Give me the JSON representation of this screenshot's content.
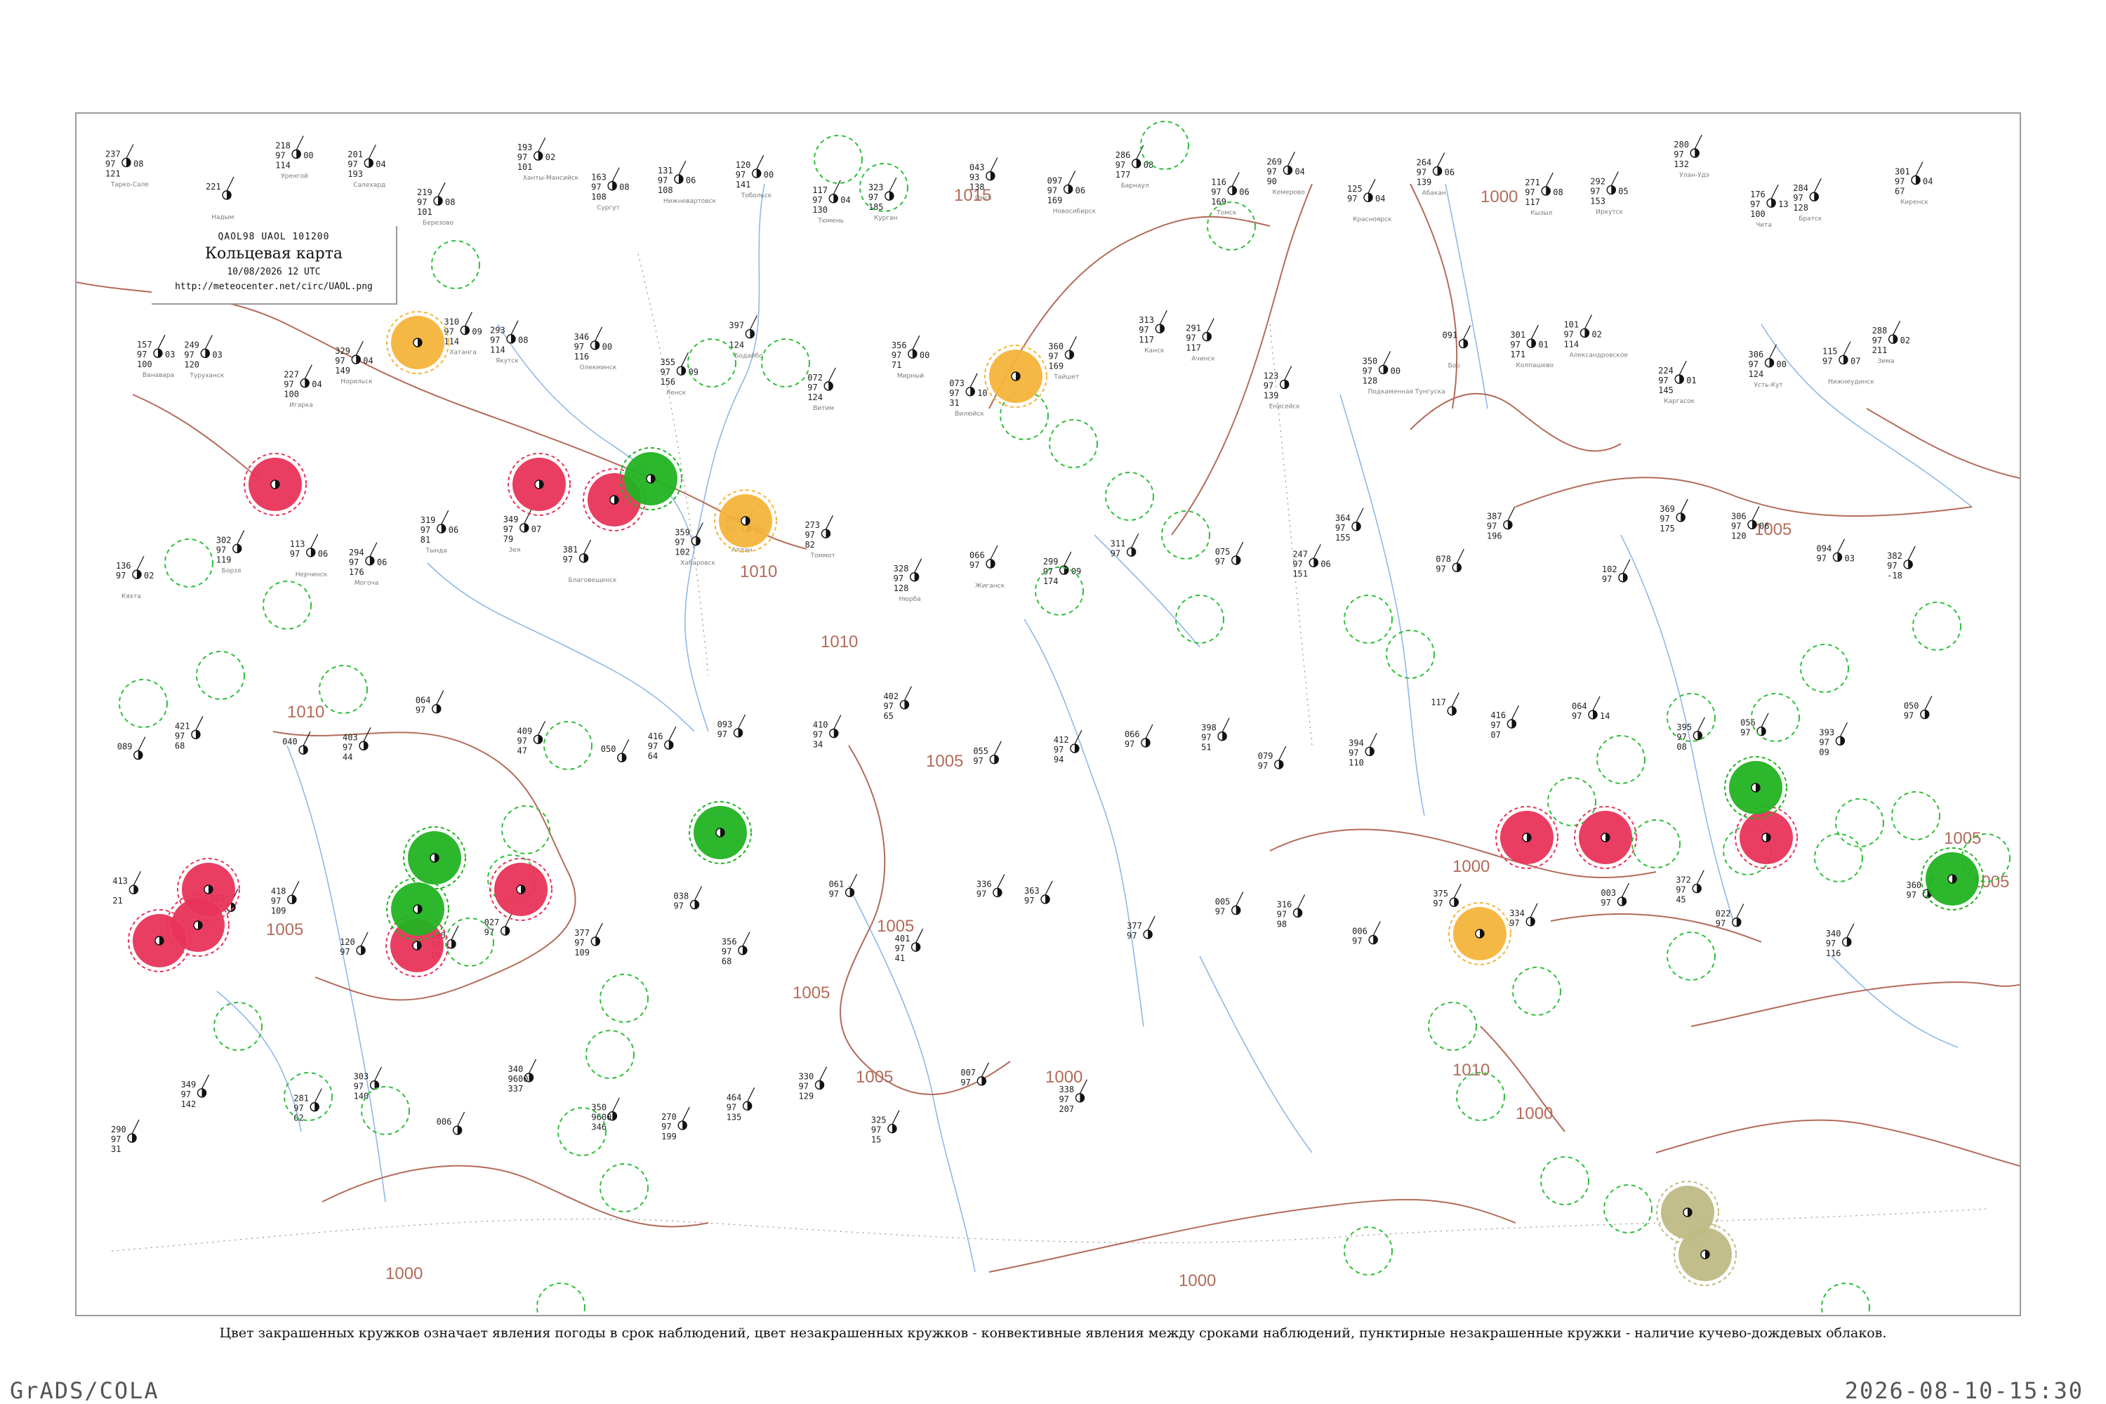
{
  "legend": {
    "code": "QAOL98  UAOL  101200",
    "title": "Кольцевая карта",
    "date": "10/08/2026 12 UTC",
    "url": "http://meteocenter.net/circ/UAOL.png"
  },
  "caption": "Цвет закрашенных кружков означает явления погоды в срок наблюдений, цвет незакрашенных кружков - конвективные явления между сроками наблюдений, пунктирные незакрашенные кружки - наличие кучево-дождевых облаков.",
  "footer": {
    "left": "GrADS/COLA",
    "right": "2026-08-10-15:30"
  },
  "colors": {
    "thunder_fill": "#e8345a",
    "rain_fill": "#22b322",
    "haze_fill": "#f5b43a",
    "dust_fill": "#bfbb85",
    "cb_dashed": "#2fbf3a",
    "isobar": "#b36b5a",
    "river": "#8fb8e8",
    "border": "#9a9a9a"
  },
  "isobar_labels": [
    "1005",
    "1005",
    "1005",
    "1005",
    "1005",
    "1005",
    "1005",
    "1005",
    "1010",
    "1010",
    "1010",
    "1010",
    "1015",
    "1000",
    "1000",
    "1000",
    "1000",
    "1000",
    "1000"
  ],
  "stations": [
    {
      "p": "237",
      "t": "97",
      "td": "08",
      "v": "121"
    },
    {
      "p": "221",
      "t": "",
      "td": "",
      "v": ""
    },
    {
      "p": "218",
      "t": "97",
      "td": "00",
      "v": "114"
    },
    {
      "p": "201",
      "t": "97",
      "td": "04",
      "v": "193"
    },
    {
      "p": "219",
      "t": "97",
      "td": "08",
      "v": "101"
    },
    {
      "p": "193",
      "t": "97",
      "td": "02",
      "v": "101"
    },
    {
      "p": "163",
      "t": "97",
      "td": "08",
      "v": "108"
    },
    {
      "p": "131",
      "t": "97",
      "td": "06",
      "v": "108"
    },
    {
      "p": "120",
      "t": "97",
      "td": "00",
      "v": "141"
    },
    {
      "p": "117",
      "t": "97",
      "td": "04",
      "v": "130"
    },
    {
      "p": "323",
      "t": "97",
      "td": "",
      "v": "185"
    },
    {
      "p": "043",
      "t": "93",
      "td": "",
      "v": "138"
    },
    {
      "p": "097",
      "t": "97",
      "td": "06",
      "v": "169"
    },
    {
      "p": "286",
      "t": "97",
      "td": "08",
      "v": "177"
    },
    {
      "p": "116",
      "t": "97",
      "td": "06",
      "v": "169"
    },
    {
      "p": "269",
      "t": "97",
      "td": "04",
      "v": "90"
    },
    {
      "p": "125",
      "t": "97",
      "td": "04",
      "v": ""
    },
    {
      "p": "264",
      "t": "97",
      "td": "06",
      "v": "139"
    },
    {
      "p": "271",
      "t": "97",
      "td": "08",
      "v": "117"
    },
    {
      "p": "292",
      "t": "97",
      "td": "05",
      "v": "153"
    },
    {
      "p": "280",
      "t": "97",
      "td": "",
      "v": "132"
    },
    {
      "p": "176",
      "t": "97",
      "td": "13",
      "v": "100"
    },
    {
      "p": "284",
      "t": "97",
      "td": "",
      "v": "128"
    },
    {
      "p": "301",
      "t": "97",
      "td": "04",
      "v": "67"
    },
    {
      "p": "157",
      "t": "97",
      "td": "03",
      "v": "100"
    },
    {
      "p": "249",
      "t": "97",
      "td": "03",
      "v": "120"
    },
    {
      "p": "227",
      "t": "97",
      "td": "04",
      "v": "100"
    },
    {
      "p": "329",
      "t": "97",
      "td": "04",
      "v": "149"
    },
    {
      "p": "310",
      "t": "97",
      "td": "09",
      "v": "114"
    },
    {
      "p": "293",
      "t": "97",
      "td": "08",
      "v": "114"
    },
    {
      "p": "346",
      "t": "97",
      "td": "00",
      "v": "116"
    },
    {
      "p": "355",
      "t": "97",
      "td": "09",
      "v": "156"
    },
    {
      "p": "397",
      "t": "",
      "td": "",
      "v": "124"
    },
    {
      "p": "072",
      "t": "97",
      "td": "",
      "v": "124"
    },
    {
      "p": "356",
      "t": "97",
      "td": "00",
      "v": "71"
    },
    {
      "p": "073",
      "t": "97",
      "td": "10",
      "v": "31"
    },
    {
      "p": "360",
      "t": "97",
      "td": "",
      "v": "169"
    },
    {
      "p": "313",
      "t": "97",
      "td": "",
      "v": "117"
    },
    {
      "p": "291",
      "t": "97",
      "td": "",
      "v": "117"
    },
    {
      "p": "123",
      "t": "97",
      "td": "",
      "v": "139"
    },
    {
      "p": "350",
      "t": "97",
      "td": "00",
      "v": "128"
    },
    {
      "p": "091",
      "t": "",
      "td": "",
      "v": ""
    },
    {
      "p": "301",
      "t": "97",
      "td": "01",
      "v": "171"
    },
    {
      "p": "101",
      "t": "97",
      "td": "02",
      "v": "114"
    },
    {
      "p": "224",
      "t": "97",
      "td": "01",
      "v": "145"
    },
    {
      "p": "306",
      "t": "97",
      "td": "00",
      "v": "124"
    },
    {
      "p": "115",
      "t": "97",
      "td": "07",
      "v": ""
    },
    {
      "p": "288",
      "t": "97",
      "td": "02",
      "v": "211"
    },
    {
      "p": "136",
      "t": "97",
      "td": "02",
      "v": ""
    },
    {
      "p": "302",
      "t": "97",
      "td": "",
      "v": "119"
    },
    {
      "p": "113",
      "t": "97",
      "td": "06",
      "v": ""
    },
    {
      "p": "294",
      "t": "97",
      "td": "06",
      "v": "176"
    },
    {
      "p": "319",
      "t": "97",
      "td": "06",
      "v": "81"
    },
    {
      "p": "349",
      "t": "97",
      "td": "07",
      "v": "79"
    },
    {
      "p": "381",
      "t": "97",
      "td": "",
      "v": ""
    },
    {
      "p": "359",
      "t": "97",
      "td": "",
      "v": "102"
    },
    {
      "p": "009",
      "t": "97",
      "td": "06",
      "v": ""
    },
    {
      "p": "273",
      "t": "97",
      "td": "",
      "v": "82"
    },
    {
      "p": "328",
      "t": "97",
      "td": "",
      "v": "128"
    },
    {
      "p": "066",
      "t": "97",
      "td": "",
      "v": ""
    },
    {
      "p": "299",
      "t": "97",
      "td": "09",
      "v": "174"
    },
    {
      "p": "311",
      "t": "97",
      "td": "",
      "v": ""
    },
    {
      "p": "075",
      "t": "97",
      "td": "",
      "v": ""
    },
    {
      "p": "247",
      "t": "97",
      "td": "06",
      "v": "151"
    },
    {
      "p": "364",
      "t": "97",
      "td": "",
      "v": "155"
    },
    {
      "p": "078",
      "t": "97",
      "td": "",
      "v": ""
    },
    {
      "p": "387",
      "t": "97",
      "td": "",
      "v": "196"
    },
    {
      "p": "102",
      "t": "97",
      "td": "",
      "v": ""
    },
    {
      "p": "369",
      "t": "97",
      "td": "",
      "v": "175"
    },
    {
      "p": "306",
      "t": "97",
      "td": "06",
      "v": "120"
    },
    {
      "p": "094",
      "t": "97",
      "td": "03",
      "v": ""
    },
    {
      "p": "382",
      "t": "97",
      "td": "",
      "v": "-18"
    },
    {
      "p": "089",
      "t": "",
      "td": "",
      "v": ""
    },
    {
      "p": "421",
      "t": "97",
      "td": "",
      "v": "68"
    },
    {
      "p": "040",
      "t": "",
      "td": "",
      "v": ""
    },
    {
      "p": "403",
      "t": "97",
      "td": "",
      "v": "44"
    },
    {
      "p": "064",
      "t": "97",
      "td": "",
      "v": ""
    },
    {
      "p": "409",
      "t": "97",
      "td": "",
      "v": "47"
    },
    {
      "p": "050",
      "t": "",
      "td": "",
      "v": ""
    },
    {
      "p": "416",
      "t": "97",
      "td": "",
      "v": "64"
    },
    {
      "p": "093",
      "t": "97",
      "td": "",
      "v": ""
    },
    {
      "p": "410",
      "t": "97",
      "td": "",
      "v": "34"
    },
    {
      "p": "402",
      "t": "97",
      "td": "",
      "v": "65"
    },
    {
      "p": "055",
      "t": "97",
      "td": "",
      "v": ""
    },
    {
      "p": "412",
      "t": "97",
      "td": "",
      "v": "94"
    },
    {
      "p": "066",
      "t": "97",
      "td": "",
      "v": ""
    },
    {
      "p": "398",
      "t": "97",
      "td": "",
      "v": "51"
    },
    {
      "p": "079",
      "t": "97",
      "td": "",
      "v": ""
    },
    {
      "p": "394",
      "t": "97",
      "td": "",
      "v": "110"
    },
    {
      "p": "117",
      "t": "",
      "td": "",
      "v": ""
    },
    {
      "p": "416",
      "t": "97",
      "td": "",
      "v": "07"
    },
    {
      "p": "064",
      "t": "97",
      "td": "14",
      "v": ""
    },
    {
      "p": "395",
      "t": "97",
      "td": "",
      "v": "08"
    },
    {
      "p": "056",
      "t": "97",
      "td": "",
      "v": ""
    },
    {
      "p": "393",
      "t": "97",
      "td": "",
      "v": "09"
    },
    {
      "p": "050",
      "t": "97",
      "td": "",
      "v": ""
    },
    {
      "p": "413",
      "t": "",
      "td": "",
      "v": "21"
    },
    {
      "p": "082",
      "t": "",
      "td": "",
      "v": ""
    },
    {
      "p": "418",
      "t": "97",
      "td": "",
      "v": "109"
    },
    {
      "p": "120",
      "t": "97",
      "td": "",
      "v": ""
    },
    {
      "p": "390",
      "t": "97",
      "td": "",
      "v": "19"
    },
    {
      "p": "027",
      "t": "97",
      "td": "",
      "v": ""
    },
    {
      "p": "377",
      "t": "97",
      "td": "",
      "v": "109"
    },
    {
      "p": "038",
      "t": "97",
      "td": "",
      "v": ""
    },
    {
      "p": "356",
      "t": "97",
      "td": "",
      "v": "68"
    },
    {
      "p": "061",
      "t": "97",
      "td": "",
      "v": ""
    },
    {
      "p": "401",
      "t": "97",
      "td": "",
      "v": "41"
    },
    {
      "p": "336",
      "t": "97",
      "td": "",
      "v": ""
    },
    {
      "p": "363",
      "t": "97",
      "td": "",
      "v": ""
    },
    {
      "p": "377",
      "t": "97",
      "td": "",
      "v": ""
    },
    {
      "p": "005",
      "t": "97",
      "td": "",
      "v": ""
    },
    {
      "p": "316",
      "t": "97",
      "td": "",
      "v": "98"
    },
    {
      "p": "006",
      "t": "97",
      "td": "",
      "v": ""
    },
    {
      "p": "375",
      "t": "97",
      "td": "",
      "v": ""
    },
    {
      "p": "334",
      "t": "97",
      "td": "",
      "v": ""
    },
    {
      "p": "003",
      "t": "97",
      "td": "",
      "v": ""
    },
    {
      "p": "372",
      "t": "97",
      "td": "",
      "v": "45"
    },
    {
      "p": "022",
      "t": "97",
      "td": "",
      "v": ""
    },
    {
      "p": "340",
      "t": "97",
      "td": "",
      "v": "116"
    },
    {
      "p": "360",
      "t": "97",
      "td": "",
      "v": ""
    },
    {
      "p": "290",
      "t": "97",
      "td": "",
      "v": "31"
    },
    {
      "p": "349",
      "t": "97",
      "td": "",
      "v": "142"
    },
    {
      "p": "281",
      "t": "97",
      "td": "",
      "v": "62"
    },
    {
      "p": "303",
      "t": "97",
      "td": "",
      "v": "140"
    },
    {
      "p": "006",
      "t": "",
      "td": "",
      "v": ""
    },
    {
      "p": "340",
      "t": "9600",
      "td": "",
      "v": "337"
    },
    {
      "p": "350",
      "t": "9600",
      "td": "",
      "v": "346"
    },
    {
      "p": "270",
      "t": "97",
      "td": "",
      "v": "199"
    },
    {
      "p": "464",
      "t": "97",
      "td": "",
      "v": "135"
    },
    {
      "p": "330",
      "t": "97",
      "td": "",
      "v": "129"
    },
    {
      "p": "325",
      "t": "97",
      "td": "",
      "v": "15"
    },
    {
      "p": "007",
      "t": "97",
      "td": "",
      "v": ""
    },
    {
      "p": "338",
      "t": "97",
      "td": "",
      "v": "207"
    }
  ],
  "station_names": [
    "Тарко-Сале",
    "Надым",
    "Уренгой",
    "Салехард",
    "Березово",
    "Ханты-Мансийск",
    "Сургут",
    "Нижневартовск",
    "Тобольск",
    "Тюмень",
    "Курган",
    "Омск",
    "Новосибирск",
    "Барнаул",
    "Томск",
    "Кемерово",
    "Красноярск",
    "Абакан",
    "Кызыл",
    "Иркутск",
    "Улан-Удэ",
    "Чита",
    "Братск",
    "Киренск",
    "Ванавара",
    "Туруханск",
    "Игарка",
    "Норильск",
    "Хатанга",
    "Якутск",
    "Олекминск",
    "Ленск",
    "Бодайбо",
    "Витим",
    "Мирный",
    "Вилюйск",
    "Тайшет",
    "Канск",
    "Ачинск",
    "Енисейск",
    "Подкаменная Тунгуска",
    "Бор",
    "Колпашево",
    "Александровское",
    "Каргасок",
    "Усть-Кут",
    "Нижнеудинск",
    "Зима",
    "Кяхта",
    "Борзя",
    "Нерчинск",
    "Могоча",
    "Тында",
    "Зея",
    "Благовещенск",
    "Хабаровск",
    "Алдан",
    "Томмот",
    "Нюрба",
    "Жиганск"
  ]
}
